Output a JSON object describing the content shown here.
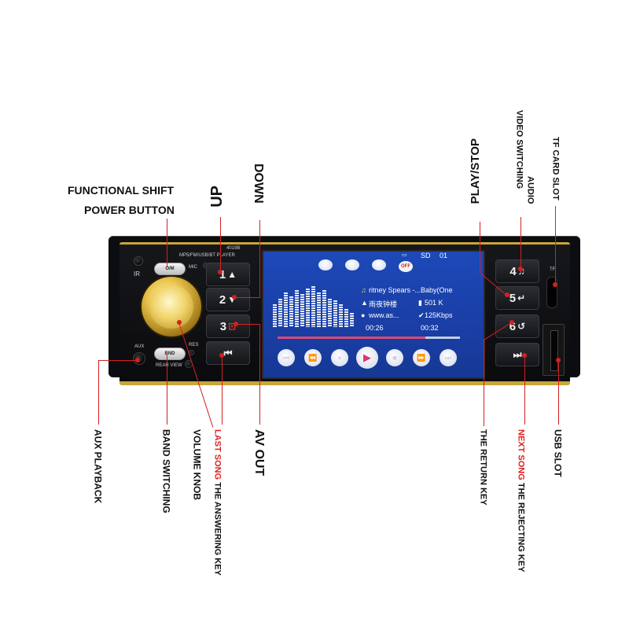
{
  "labels": {
    "functional_shift": "FUNCTIONAL SHIFT",
    "power_button": "POWER BUTTON",
    "up": "UP",
    "down": "DOWN",
    "play_stop": "PLAY/STOP",
    "audio_video_line1": "AUDIO",
    "audio_video_line2": "VIDEO SWITCHING",
    "tf_card_slot": "TF CARD SLOT",
    "aux_playback": "AUX PLAYBACK",
    "band_switching": "BAND SWITCHING",
    "volume_knob": "VOLUME KNOB",
    "last_song": "LAST SONG",
    "answering_key": "THE ANSWERING KEY",
    "av_out": "AV OUT",
    "return_key": "THE RETURN KEY",
    "next_song": "NEXT SONG",
    "rejecting_key": "THE REJECTING KEY",
    "usb_slot": "USB SLOT"
  },
  "device": {
    "model": "4019B",
    "subtitle": "MP5/FM/USB/BT PLAYER",
    "ir": "IR",
    "om": "O/M",
    "mic": "MIC",
    "aux": "AUX",
    "bnd": "BND",
    "rear_view": "REAR VIEW",
    "res": "RES",
    "tf": "TF",
    "keys": {
      "k1": "1",
      "k2": "2",
      "k3": "3",
      "k4": "4",
      "k5": "5",
      "k6": "6"
    },
    "key_symbols": {
      "k1": "▲",
      "k2": "▼",
      "k3": "⊡",
      "k4": "♫",
      "k5": "↵",
      "k6": "↺",
      "prev": "⏮",
      "next": "⏭"
    }
  },
  "screen": {
    "source": "SD",
    "track_no": "01",
    "off_label": "OFF",
    "title": "ritney Spears -...Baby(One",
    "album": "雨夜钟楼",
    "file_size": "501 K",
    "artist_url": "www.as...",
    "bitrate": "125Kbps",
    "elapsed": "00:26",
    "total": "00:32",
    "progress": 0.81,
    "eq_levels": [
      0.55,
      0.7,
      0.85,
      0.75,
      0.9,
      0.8,
      0.95,
      1.0,
      0.85,
      0.9,
      0.7,
      0.65,
      0.55,
      0.45,
      0.35
    ]
  },
  "colors": {
    "accent_red": "#d42020",
    "gold": "#c9a63a",
    "screen_blue": "#1a3fa6"
  }
}
